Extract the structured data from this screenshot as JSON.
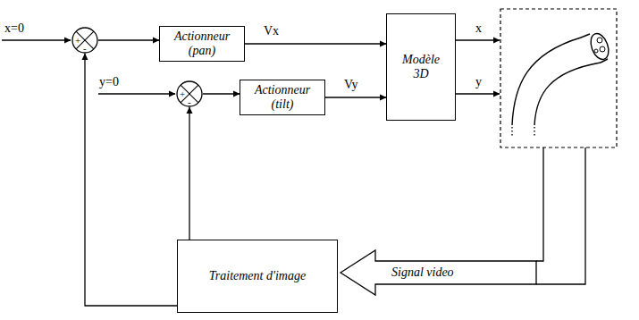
{
  "diagram": {
    "nodes": [
      {
        "text": [
          "+",
          "-"
        ]
      },
      {
        "text": [
          "Actionneur (pan)"
        ]
      },
      {
        "text": [
          "Modèle 3D"
        ]
      },
      {
        "text": [
          "+",
          "-"
        ]
      },
      {
        "text": [
          "Actionneur (tilt)"
        ]
      },
      {
        "text": [
          "Traitement d'image"
        ]
      }
    ],
    "edges": [
      {
        "from": 0,
        "to": 1,
        "arrow": "to"
      },
      {
        "from": 1,
        "to": 2,
        "label": "Vx",
        "arrow": "to"
      },
      {
        "from": 3,
        "to": 4,
        "arrow": "to"
      },
      {
        "from": 4,
        "to": 2,
        "label": "Vy",
        "arrow": "to"
      },
      {
        "from": 5,
        "to": 0,
        "arrow": "to"
      },
      {
        "from": 5,
        "to": 3,
        "arrow": "to"
      }
    ],
    "labels": [
      "x=0",
      "y=0",
      "x",
      "y",
      "Signal video"
    ]
  }
}
